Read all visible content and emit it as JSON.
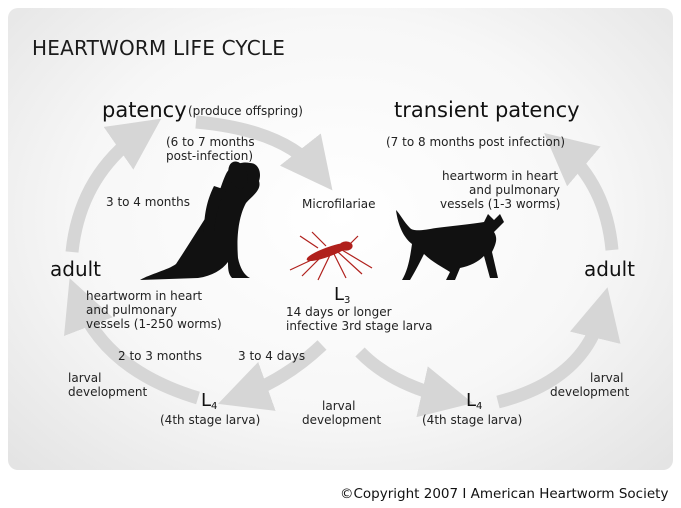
{
  "title": "HEARTWORM LIFE CYCLE",
  "dog_side": {
    "patency": "patency",
    "patency_note": "(produce offspring)",
    "patency_time_1": "(6 to 7 months",
    "patency_time_2": "post-infection)",
    "adult_time": "3 to 4 months",
    "adult": "adult",
    "adult_note_1": "heartworm in heart",
    "adult_note_2": "and pulmonary",
    "adult_note_3": "vessels (1-250 worms)",
    "l4_to_adult_time": "2 to 3 months",
    "l3_to_l4_time": "3 to 4 days",
    "larval_dev_1": "larval",
    "larval_dev_2": "development",
    "l4_label": "L",
    "l4_sub": "4",
    "l4_desc": "(4th stage larva)"
  },
  "center": {
    "microfilariae": "Microfilariae",
    "l3_label": "L",
    "l3_sub": "3",
    "l3_desc_1": "14 days or longer",
    "l3_desc_2": "infective 3rd stage larva",
    "larval_dev_1": "larval",
    "larval_dev_2": "development"
  },
  "cat_side": {
    "transient": "transient patency",
    "transient_time": "(7 to 8 months post infection)",
    "note_1": "heartworm in heart",
    "note_2": "and pulmonary",
    "note_3": "vessels (1-3 worms)",
    "adult": "adult",
    "larval_dev_1": "larval",
    "larval_dev_2": "development",
    "l4_label": "L",
    "l4_sub": "4",
    "l4_desc": "(4th stage larva)"
  },
  "copyright": "©Copyright 2007 I American Heartworm Society",
  "colors": {
    "arrow": "#d6d6d6",
    "silhouette": "#111111",
    "mosquito": "#b0201c",
    "background": "#f4f4f4"
  }
}
